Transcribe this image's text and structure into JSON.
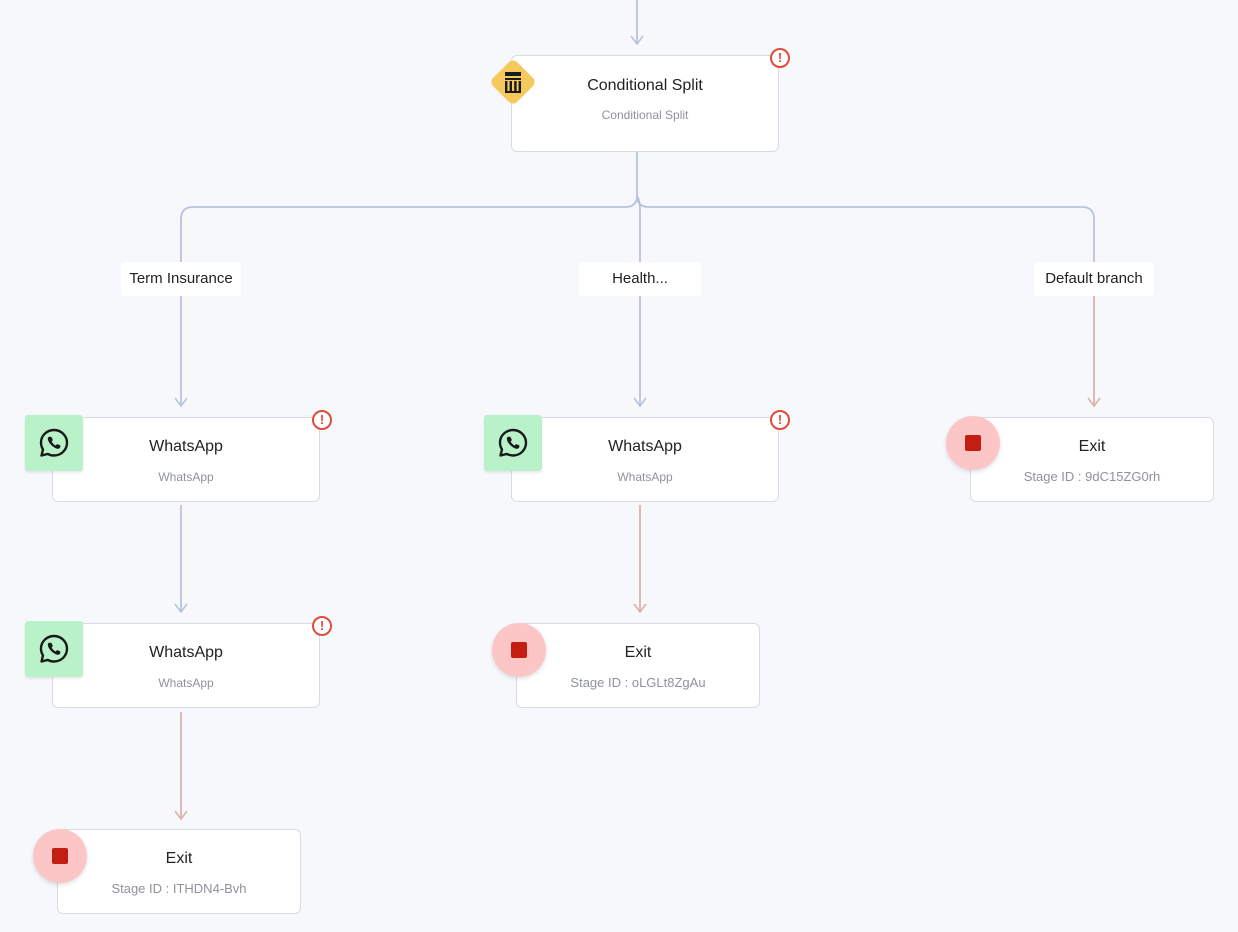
{
  "colors": {
    "background": "#f7f8fc",
    "edge_default": "#b8c3dc",
    "edge_exit": "#d9b3ad",
    "error": "#e24a3b",
    "whatsapp_bg": "#b9f2c8",
    "exit_bg": "#fcc6c6",
    "exit_stop": "#c41d12",
    "split_bg": "#f6c95c"
  },
  "split_node": {
    "title": "Conditional Split",
    "subtitle": "Conditional Split",
    "icon": "split-calculator-icon",
    "has_error": true
  },
  "branches": {
    "term": {
      "label": "Term Insurance"
    },
    "health": {
      "label": "Health..."
    },
    "default": {
      "label": "Default branch"
    }
  },
  "nodes": {
    "wa_term_1": {
      "title": "WhatsApp",
      "subtitle": "WhatsApp",
      "icon": "whatsapp-icon",
      "has_error": true
    },
    "wa_term_2": {
      "title": "WhatsApp",
      "subtitle": "WhatsApp",
      "icon": "whatsapp-icon",
      "has_error": true
    },
    "exit_term": {
      "title": "Exit",
      "subtitle": "Stage ID : ITHDN4-Bvh",
      "icon": "stop-icon"
    },
    "wa_health": {
      "title": "WhatsApp",
      "subtitle": "WhatsApp",
      "icon": "whatsapp-icon",
      "has_error": true
    },
    "exit_health": {
      "title": "Exit",
      "subtitle": "Stage ID : oLGLt8ZgAu",
      "icon": "stop-icon"
    },
    "exit_default": {
      "title": "Exit",
      "subtitle": "Stage ID : 9dC15ZG0rh",
      "icon": "stop-icon"
    }
  },
  "error_glyph": "!"
}
